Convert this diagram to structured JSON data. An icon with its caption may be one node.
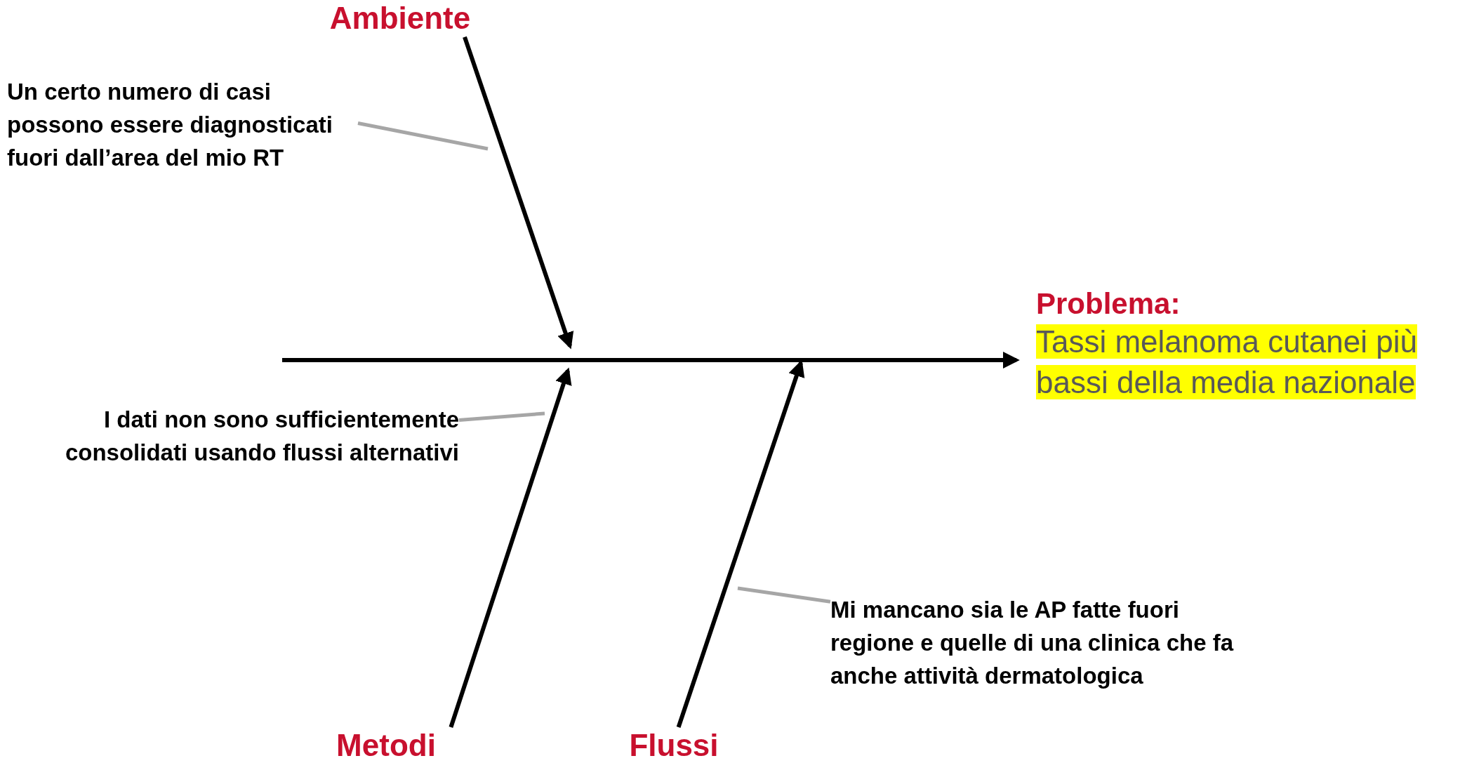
{
  "diagram": {
    "nodes": [
      {
        "text": [
          "Ambiente"
        ]
      },
      {
        "text": [
          "Metodi"
        ]
      },
      {
        "text": [
          "Flussi"
        ]
      },
      {
        "text": [
          "Problema:",
          "Tassi melanoma cutanei più bassi della media nazionale"
        ]
      },
      {
        "text": [
          "Un certo numero di casi possono essere diagnosticati fuori dall’area del mio RT"
        ]
      },
      {
        "text": [
          "I dati non sono sufficientemente consolidati usando flussi alternativi"
        ]
      },
      {
        "text": [
          "Mi mancano sia le AP fatte fuori regione e quelle di una clinica che fa anche attività dermatologica"
        ]
      }
    ],
    "edges": [
      {
        "from": null,
        "to": 3,
        "arrow": "to"
      },
      {
        "from": 0,
        "to": null,
        "arrow": "to"
      },
      {
        "from": 1,
        "to": null,
        "arrow": "to"
      },
      {
        "from": 2,
        "to": null,
        "arrow": "to"
      },
      {
        "from": 4,
        "to": null,
        "arrow": "none",
        "color": "#a6a6a6"
      },
      {
        "from": 5,
        "to": null,
        "arrow": "none",
        "color": "#a6a6a6"
      },
      {
        "from": 6,
        "to": null,
        "arrow": "none",
        "color": "#a6a6a6"
      }
    ]
  }
}
